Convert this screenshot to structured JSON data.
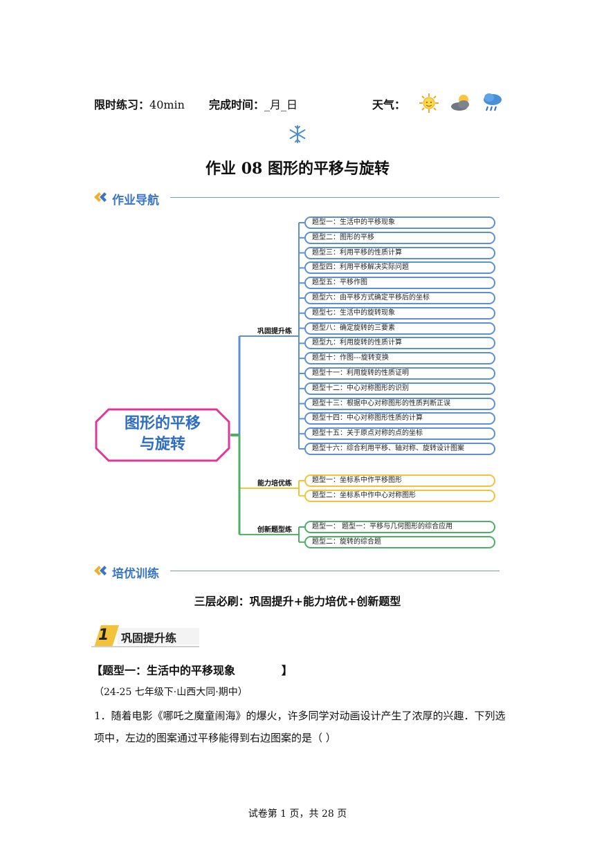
{
  "header": {
    "time_limit_label": "限时练习：",
    "time_limit_value": "40min",
    "finish_label": "完成时间：",
    "finish_value": "_月_日",
    "weather_label": "天气："
  },
  "weather_icons": [
    "sun-icon",
    "partly-cloudy-icon",
    "rain-cloud-icon",
    "snowflake-icon"
  ],
  "title": "作业 08  图形的平移与旋转",
  "sections": {
    "nav": "作业导航",
    "training": "培优训练"
  },
  "mindmap": {
    "center_line1": "图形的平移",
    "center_line2": "与旋转",
    "branches": [
      {
        "label": "巩固提升练",
        "color": "#5b8fd6",
        "items": [
          "题型一：生活中的平移现象",
          "题型二：图形的平移",
          "题型三：利用平移的性质计算",
          "题型四：利用平移解决实际问题",
          "题型五：平移作图",
          "题型六：由平移方式确定平移后的坐标",
          "题型七：生活中的旋转现象",
          "题型八：确定旋转的三要素",
          "题型九：利用旋转的性质计算",
          "题型十：作图---旋转变换",
          "题型十一：利用旋转的性质证明",
          "题型十二：中心对称图形的识别",
          "题型十三：根据中心对称图形的性质判断正误",
          "题型十四：中心对称图形性质的计算",
          "题型十五：关于原点对称的点的坐标",
          "题型十六：综合利用平移、轴对称、旋转设计图案"
        ]
      },
      {
        "label": "能力培优练",
        "color": "#f2c33a",
        "items": [
          "题型一：坐标系中作平移图形",
          "题型二：坐标系中作中心对称图形"
        ]
      },
      {
        "label": "创新题型练",
        "color": "#4caf63",
        "items": [
          "题型一：  题型一：平移与几何图形的综合应用",
          "题型二：旋转的综合题"
        ]
      }
    ]
  },
  "subtitle": "三层必刷：巩固提升+能力培优+创新题型",
  "badge": {
    "number": "1",
    "label": "巩固提升练"
  },
  "question_type": "【题型一：生活中的平移现象            】",
  "source": "（24-25 七年级下·山西大同·期中）",
  "question_line1": "1．随着电影《哪吒之魔童闹海》的爆火，许多同学对动画设计产生了浓厚的兴趣．下列选",
  "question_line2": "项中，左边的图案通过平移能得到右边图案的是（    ）",
  "footer": "试卷第 1 页，共 28 页",
  "colors": {
    "accent_blue": "#3a75c4",
    "center_border": "#e0359a",
    "yellow_badge": "#f2c33a"
  }
}
